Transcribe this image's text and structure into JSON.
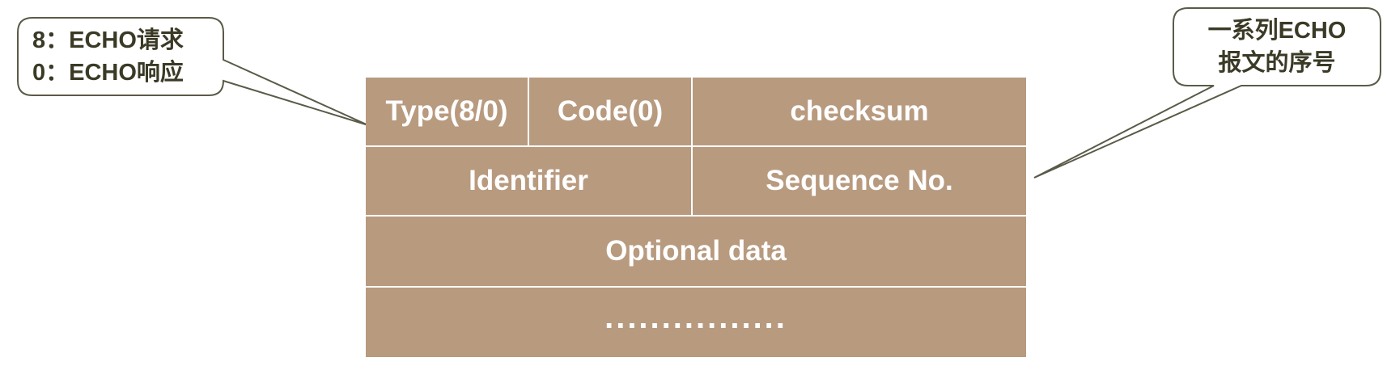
{
  "header_fields": {
    "type": "Type(8/0)",
    "code": "Code(0)",
    "checksum": "checksum",
    "identifier": "Identifier",
    "sequence": "Sequence No.",
    "optional": "Optional data",
    "ellipsis": "................"
  },
  "callout_left": {
    "line1": "8：ECHO请求",
    "line2": "0：ECHO响应"
  },
  "callout_right": {
    "line1": "一系列ECHO",
    "line2": "报文的序号"
  },
  "colors": {
    "cell_fill": "#b89a7f",
    "cell_text": "#ffffff",
    "callout_text": "#3a3a26",
    "callout_border": "#5a5a48"
  }
}
